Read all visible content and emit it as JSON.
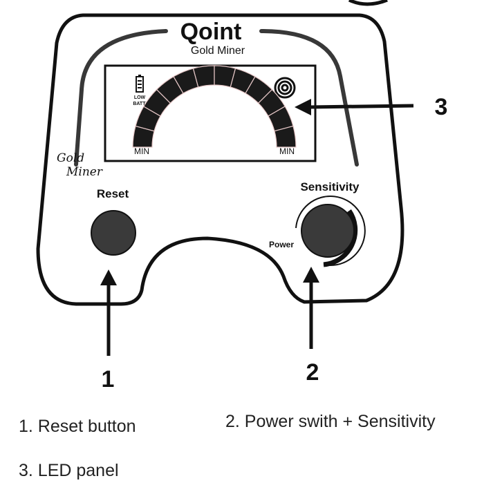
{
  "device": {
    "brand": "Qoint",
    "model": "Gold Miner",
    "side_logo_line1": "Gold",
    "side_logo_line2": "Miner"
  },
  "panel": {
    "low_batt_line1": "LOW",
    "low_batt_line2": "BATT.",
    "min_left": "MIN",
    "min_right": "MIN",
    "meter_segments": 12
  },
  "controls": {
    "reset_label": "Reset",
    "sensitivity_label": "Sensitivity",
    "power_label": "Power"
  },
  "callouts": {
    "one": "1",
    "two": "2",
    "three": "3"
  },
  "legend": {
    "item1": "1. Reset button",
    "item2": "2. Power swith + Sensitivity",
    "item3": "3. LED panel"
  },
  "colors": {
    "ink": "#111111",
    "knob": "#3a3a3a",
    "meter_fill": "#1a1a1a",
    "meter_line": "#e8c9c9"
  },
  "icons": {
    "battery": "battery-icon",
    "target": "target-icon"
  }
}
